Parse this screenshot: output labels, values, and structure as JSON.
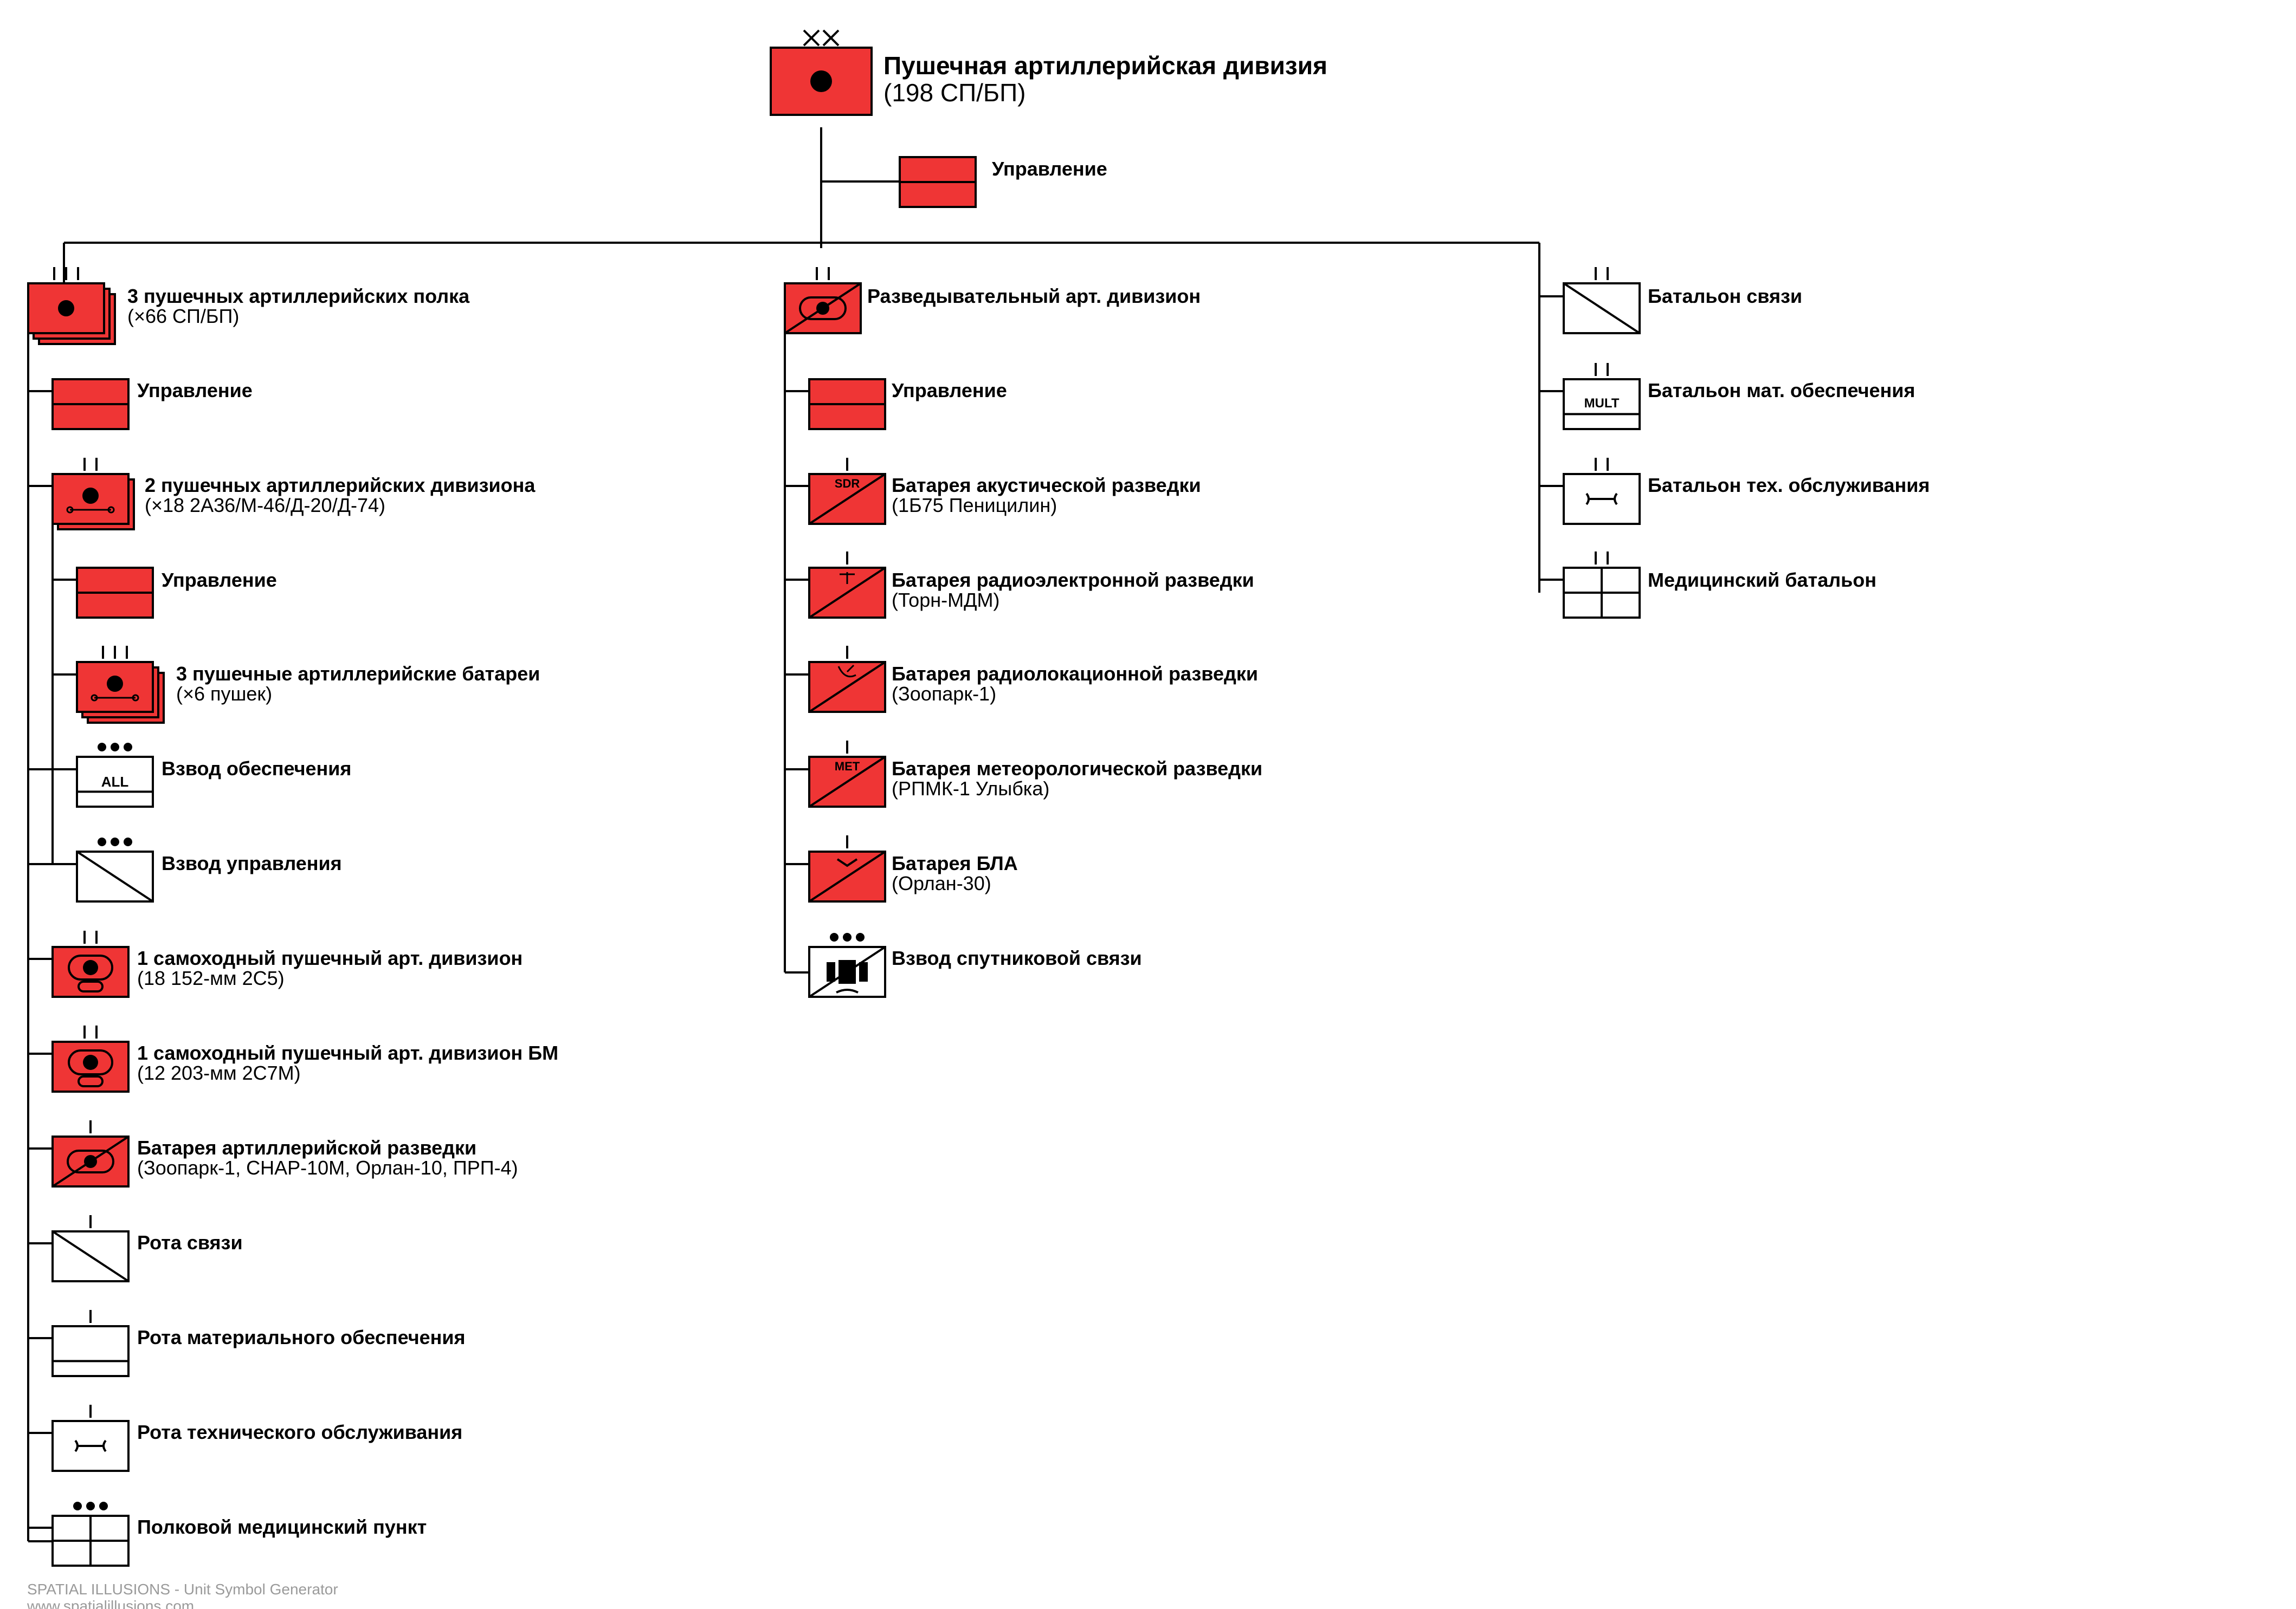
{
  "colors": {
    "hostile_fill": "#ef3535",
    "line": "#000000",
    "footer_text": "#9a9a9a"
  },
  "division": {
    "echelon": "XX",
    "title": "Пушечная артиллерийская дивизия",
    "subtitle": "(198 СП/БП)",
    "icon": "cannon-icon"
  },
  "hq": {
    "title": "Управление"
  },
  "regiments": {
    "echelon": "III",
    "title": "3 пушечных артиллерийских полка",
    "subtitle": "(×66 СП/БП)",
    "hq": "Управление",
    "battalions": {
      "echelon": "II",
      "title": "2 пушечных артиллерийских дивизиона",
      "subtitle": "(×18 2А36/М-46/Д-20/Д-74)"
    },
    "battalion_hq": "Управление",
    "batteries": {
      "echelon": "III",
      "title": "3 пушечные артиллерийские батареи",
      "subtitle": "(×6 пушек)"
    },
    "supply_platoon": {
      "echelon": "•••",
      "title": "Взвод обеспечения",
      "modifier": "ALL"
    },
    "signal_platoon": {
      "echelon": "•••",
      "title": "Взвод управления"
    },
    "sp_battalion": {
      "echelon": "II",
      "title": "1 самоходный пушечный арт. дивизион",
      "subtitle": "(18 152-мм 2С5)"
    },
    "sp_battalion_bm": {
      "echelon": "II",
      "title": "1 самоходный пушечный арт. дивизион БМ",
      "subtitle": "(12 203-мм 2С7М)"
    },
    "recon_battery": {
      "echelon": "I",
      "title": "Батарея артиллерийской разведки",
      "subtitle": "(Зоопарк-1, СНАР-10М, Орлан-10, ПРП-4)"
    },
    "signal_company": {
      "echelon": "I",
      "title": "Рота связи"
    },
    "supply_company": {
      "echelon": "I",
      "title": "Рота материального обеспечения"
    },
    "maintenance_company": {
      "echelon": "I",
      "title": "Рота технического обслуживания"
    },
    "medical_post": {
      "echelon": "•••",
      "title": "Полковой медицинский пункт"
    }
  },
  "recon": {
    "echelon": "II",
    "title": "Разведывательный арт. дивизион",
    "hq": "Управление",
    "acoustic": {
      "echelon": "I",
      "title": "Батарея акустической разведки",
      "subtitle": "(1Б75 Пеницилин)",
      "modifier": "SDR"
    },
    "electronic": {
      "echelon": "I",
      "title": "Батарея радиоэлектронной разведки",
      "subtitle": "(Торн-МДМ)"
    },
    "radar": {
      "echelon": "I",
      "title": "Батарея радиолокационной разведки",
      "subtitle": "(Зоопарк-1)"
    },
    "meteo": {
      "echelon": "I",
      "title": "Батарея метеорологической разведки",
      "subtitle": "(РПМК-1 Улыбка)",
      "modifier": "MET"
    },
    "uav": {
      "echelon": "I",
      "title": "Батарея БЛА",
      "subtitle": "(Орлан-30)"
    },
    "satcom": {
      "echelon": "•••",
      "title": "Взвод спутниковой связи"
    }
  },
  "support": {
    "signal": {
      "echelon": "II",
      "title": "Батальон связи"
    },
    "supply": {
      "echelon": "II",
      "title": "Батальон мат. обеспечения",
      "modifier": "MULT"
    },
    "maintenance": {
      "echelon": "II",
      "title": "Батальон тех. обслуживания"
    },
    "medical": {
      "echelon": "II",
      "title": "Медицинский батальон"
    }
  },
  "footer": {
    "line1": "SPATIAL ILLUSIONS - Unit Symbol Generator",
    "line2": "www.spatialillusions.com"
  }
}
